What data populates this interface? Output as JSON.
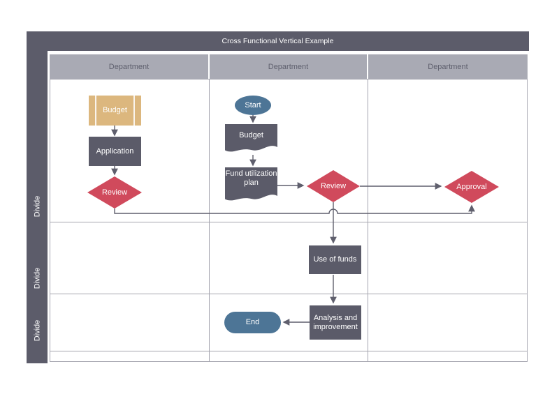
{
  "title": "Cross Functional Vertical Example",
  "columns": [
    {
      "label": "Department"
    },
    {
      "label": "Department"
    },
    {
      "label": "Department"
    }
  ],
  "lanes": [
    {
      "label": "Divide"
    },
    {
      "label": "Divide"
    },
    {
      "label": "Divide"
    }
  ],
  "nodes": {
    "budget_predefined": {
      "label": "Budget",
      "type": "predefined-process"
    },
    "application": {
      "label": "Application",
      "type": "process"
    },
    "review_dept1": {
      "label": "Review",
      "type": "decision"
    },
    "start": {
      "label": "Start",
      "type": "terminator"
    },
    "budget_document": {
      "label": "Budget",
      "type": "document"
    },
    "fund_plan": {
      "label": "Fund utilization plan",
      "type": "document"
    },
    "review_dept2": {
      "label": "Review",
      "type": "decision"
    },
    "approval": {
      "label": "Approval",
      "type": "decision"
    },
    "use_of_funds": {
      "label": "Use of funds",
      "type": "process"
    },
    "analysis": {
      "label": "Analysis and improvement",
      "type": "process"
    },
    "end": {
      "label": "End",
      "type": "terminator"
    }
  },
  "colors": {
    "frame": "#5c5c6a",
    "header_bg": "#a9aab4",
    "header_text": "#5f606e",
    "process_fill": "#5b5b69",
    "decision_fill": "#d04a5c",
    "predefined_fill": "#dcb77e",
    "terminator_fill": "#4d7596",
    "document_fill": "#5b5b69",
    "connector": "#5f5f6d",
    "grid_line": "#a5a5af"
  }
}
